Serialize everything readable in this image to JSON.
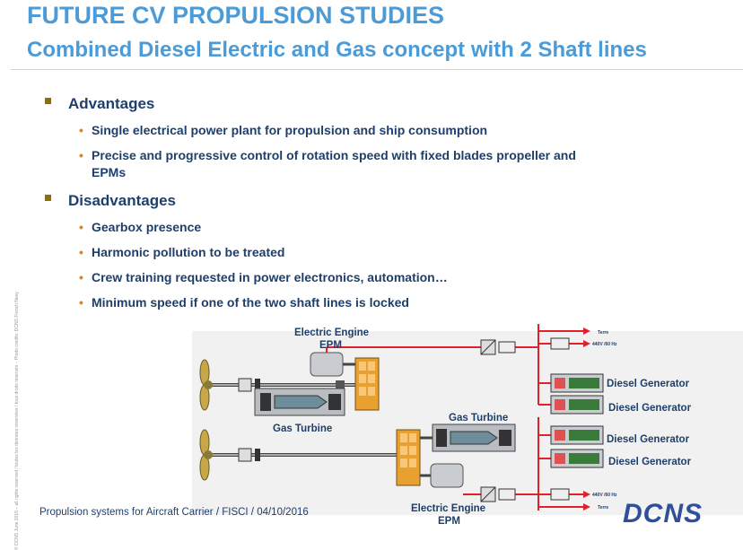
{
  "header": {
    "title": "FUTURE CV PROPULSION STUDIES",
    "subtitle": "Combined Diesel Electric and Gas concept with 2 Shaft lines"
  },
  "content": {
    "sections": [
      {
        "heading": "Advantages",
        "items": [
          "Single electrical power plant for propulsion and ship  consumption",
          "Precise and progressive control of rotation speed with fixed blades propeller and EPMs"
        ]
      },
      {
        "heading": "Disadvantages",
        "items": [
          "Gearbox presence",
          "Harmonic pollution to be treated",
          "Crew training requested in power electronics, automation…",
          "Minimum speed if one of the two shaft lines is locked"
        ]
      }
    ]
  },
  "diagram": {
    "labels": {
      "electric_engine_top_line1": "Electric Engine",
      "electric_engine_top_line2": "EPM",
      "gas_turbine_left": "Gas Turbine",
      "gas_turbine_right": "Gas Turbine",
      "electric_engine_bottom_line1": "Electric Engine",
      "electric_engine_bottom_line2": "EPM",
      "terre_top": "Terre",
      "voltage_top": "440V /60 Hz",
      "voltage_bottom": "440V /60 Hz",
      "terre_bottom": "Terre",
      "diesel_generator_1": "Diesel Generator",
      "diesel_generator_2": "Diesel Generator",
      "diesel_generator_3": "Diesel Generator",
      "diesel_generator_4": "Diesel Generator"
    },
    "colors": {
      "bus_red": "#e0202a",
      "gearbox_orange": "#e8a030",
      "machine_gray": "#9aa0a6",
      "text_navy": "#1e3f6b"
    }
  },
  "footer": {
    "text": "Propulsion systems for Aircraft Carrier / FISCI / 04/10/2016",
    "logo": "DCNS",
    "side_credit": "© DCNS June 2015 – all rights reserved / toutes les données réservées / tous droits réservés – Photo credits: DCNS French Navy"
  }
}
